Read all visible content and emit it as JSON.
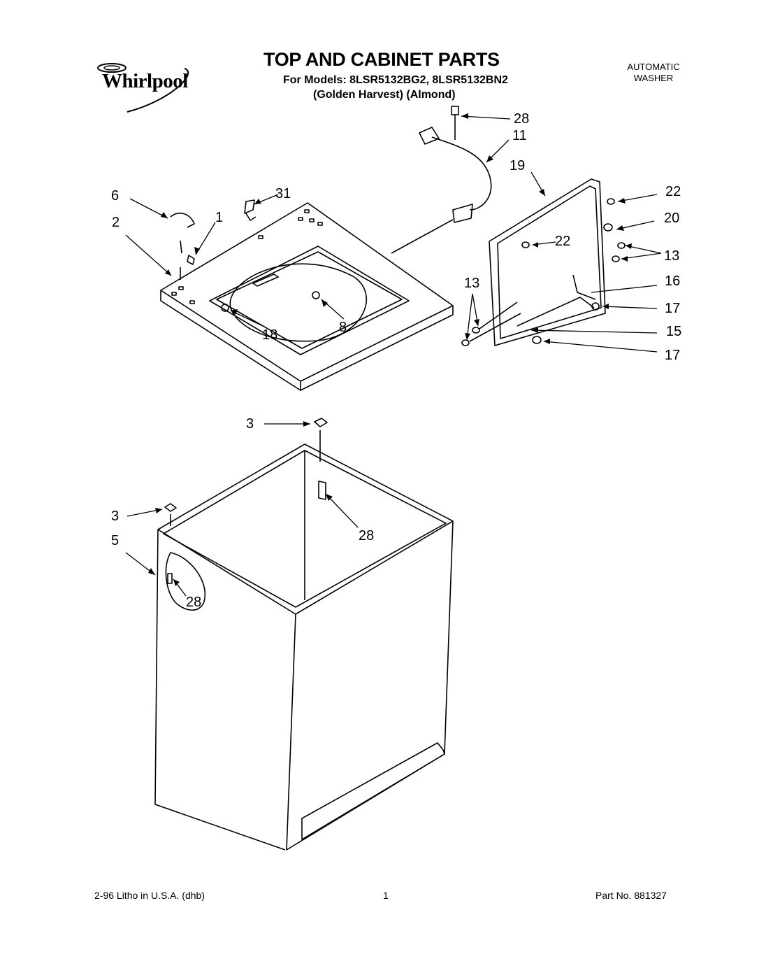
{
  "header": {
    "brand": "Whirlpool",
    "title": "TOP AND CABINET PARTS",
    "models": "For Models: 8LSR5132BG2, 8LSR5132BN2",
    "colors": "(Golden Harvest) (Almond)",
    "product_type_line1": "AUTOMATIC",
    "product_type_line2": "WASHER"
  },
  "callouts": {
    "c28a": "28",
    "c11": "11",
    "c19": "19",
    "c22a": "22",
    "c31": "31",
    "c6": "6",
    "c1": "1",
    "c2": "2",
    "c20": "20",
    "c22b": "22",
    "c13a": "13",
    "c13b": "13",
    "c16": "16",
    "c17a": "17",
    "c15": "15",
    "c17b": "17",
    "c8": "8",
    "c18": "18",
    "c3a": "3",
    "c3b": "3",
    "c28b": "28",
    "c5": "5",
    "c28c": "28"
  },
  "footer": {
    "print_info": "2-96 Litho in U.S.A. (dhb)",
    "page_number": "1",
    "part_number": "Part No. 881327"
  }
}
